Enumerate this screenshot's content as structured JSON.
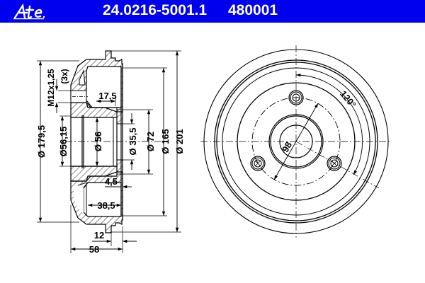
{
  "header": {
    "brand": "Ate",
    "part_number": "24.0216-5001.1",
    "reference_number": "480001",
    "background_color": "#0000ee",
    "text_color": "#ffffff"
  },
  "side_view": {
    "dimensions": {
      "d_179_5": "Ø 179,5",
      "thread": "M12x1,25",
      "thread_count": "(3x)",
      "d_56_15": "Ø56,15",
      "d_56": "Ø 56",
      "w_17_5": "17,5",
      "d_35_5": "Ø 35,5",
      "d_72": "Ø 72",
      "d_165": "Ø 165",
      "d_201": "Ø 201",
      "w_4_5": "4,5",
      "w_38_5": "38,5",
      "w_12": "12",
      "w_58": "58"
    }
  },
  "front_view": {
    "dimensions": {
      "bolt_circle": "98",
      "angle": "120°"
    },
    "bolt_hole_count": 3
  }
}
